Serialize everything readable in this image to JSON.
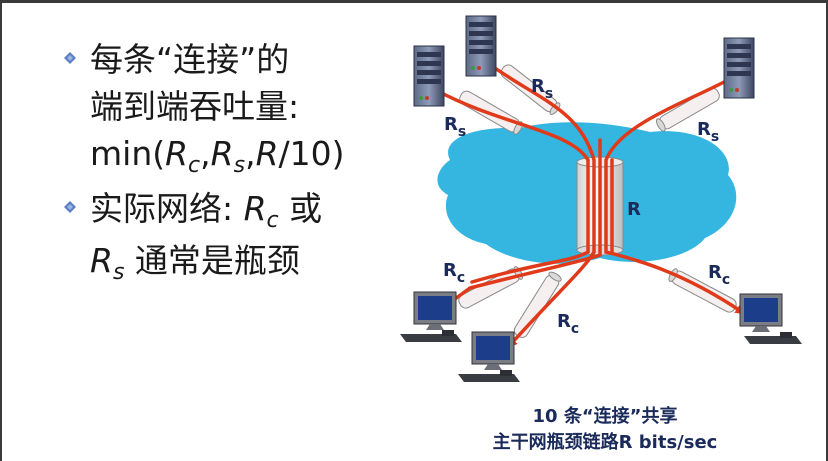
{
  "bullets": [
    {
      "line1": "每条“连接”的",
      "line2": "端到端吞吐量:",
      "formula": {
        "pre": "min(",
        "rc_r": "R",
        "rc_sub": "c",
        "c1": ",",
        "rs_r": "R",
        "rs_sub": "s",
        "c2": ",",
        "r": "R",
        "post": "/10)"
      }
    },
    {
      "line1_pre": "实际网络: ",
      "rc_r": "R",
      "rc_sub": "c",
      "line1_post": " 或",
      "rs_r": "R",
      "rs_sub": "s",
      "line2_post": " 通常是瓶颈"
    }
  ],
  "labels": {
    "rs": {
      "main": "R",
      "sub": "s"
    },
    "rc": {
      "main": "R",
      "sub": "c"
    },
    "core": "R"
  },
  "caption": {
    "line1": "10 条“连接”共享",
    "line2": "主干网瓶颈链路R bits/sec"
  },
  "colors": {
    "cloud": "#35b6e0",
    "flow": "#e03a1a",
    "link_fill": "#f5f0ef",
    "text_dark": "#1a2a5a",
    "bullet_mark": "#5b7fc4"
  }
}
